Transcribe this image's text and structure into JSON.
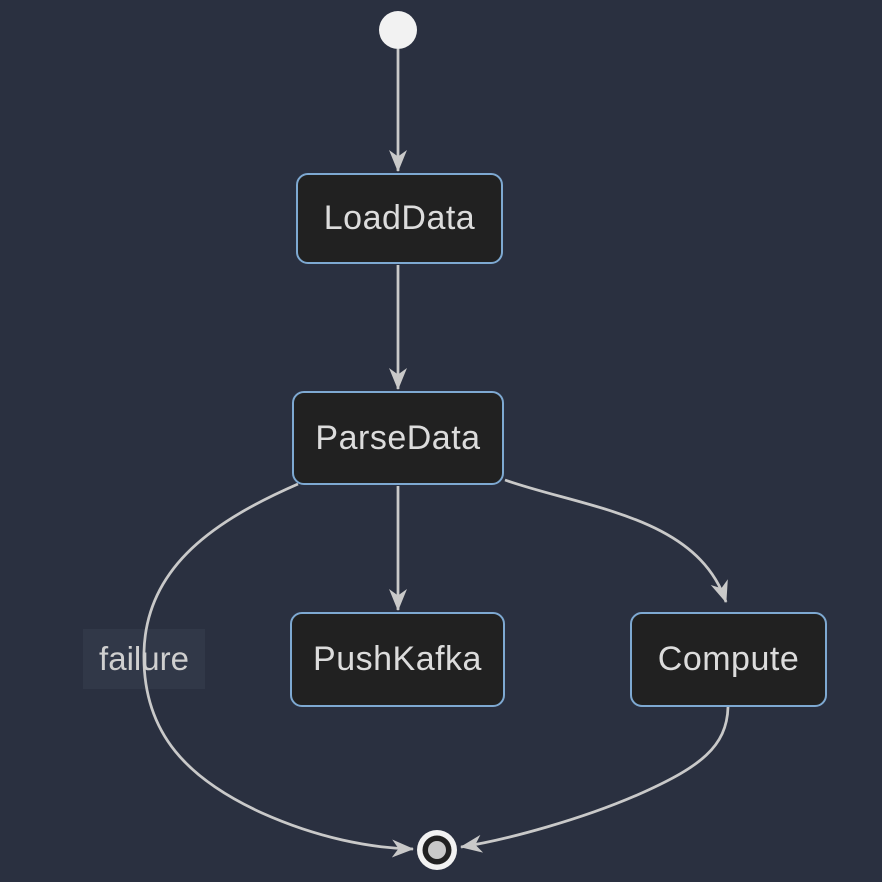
{
  "diagram": {
    "type": "state-diagram",
    "nodes": {
      "start": {
        "kind": "initial-state"
      },
      "load_data": {
        "label": "LoadData"
      },
      "parse_data": {
        "label": "ParseData"
      },
      "push_kafka": {
        "label": "PushKafka"
      },
      "compute": {
        "label": "Compute"
      },
      "end": {
        "kind": "final-state"
      }
    },
    "edges": [
      {
        "from": "start",
        "to": "LoadData",
        "label": ""
      },
      {
        "from": "LoadData",
        "to": "ParseData",
        "label": ""
      },
      {
        "from": "ParseData",
        "to": "PushKafka",
        "label": ""
      },
      {
        "from": "ParseData",
        "to": "Compute",
        "label": ""
      },
      {
        "from": "ParseData",
        "to": "end",
        "label": "failure"
      },
      {
        "from": "Compute",
        "to": "end",
        "label": ""
      }
    ],
    "colors": {
      "background": "#2a3040",
      "node_fill": "#212121",
      "node_border": "#7ea9d2",
      "node_text": "#dcdcdc",
      "edge_line": "#c9c9c9",
      "edge_label_bg": "#313848",
      "edge_label_text": "#cfcfcf",
      "start_node_fill": "#f2f2f2",
      "end_node_ring": "#f2f2f2",
      "end_node_dot": "#c9c9c9"
    }
  }
}
